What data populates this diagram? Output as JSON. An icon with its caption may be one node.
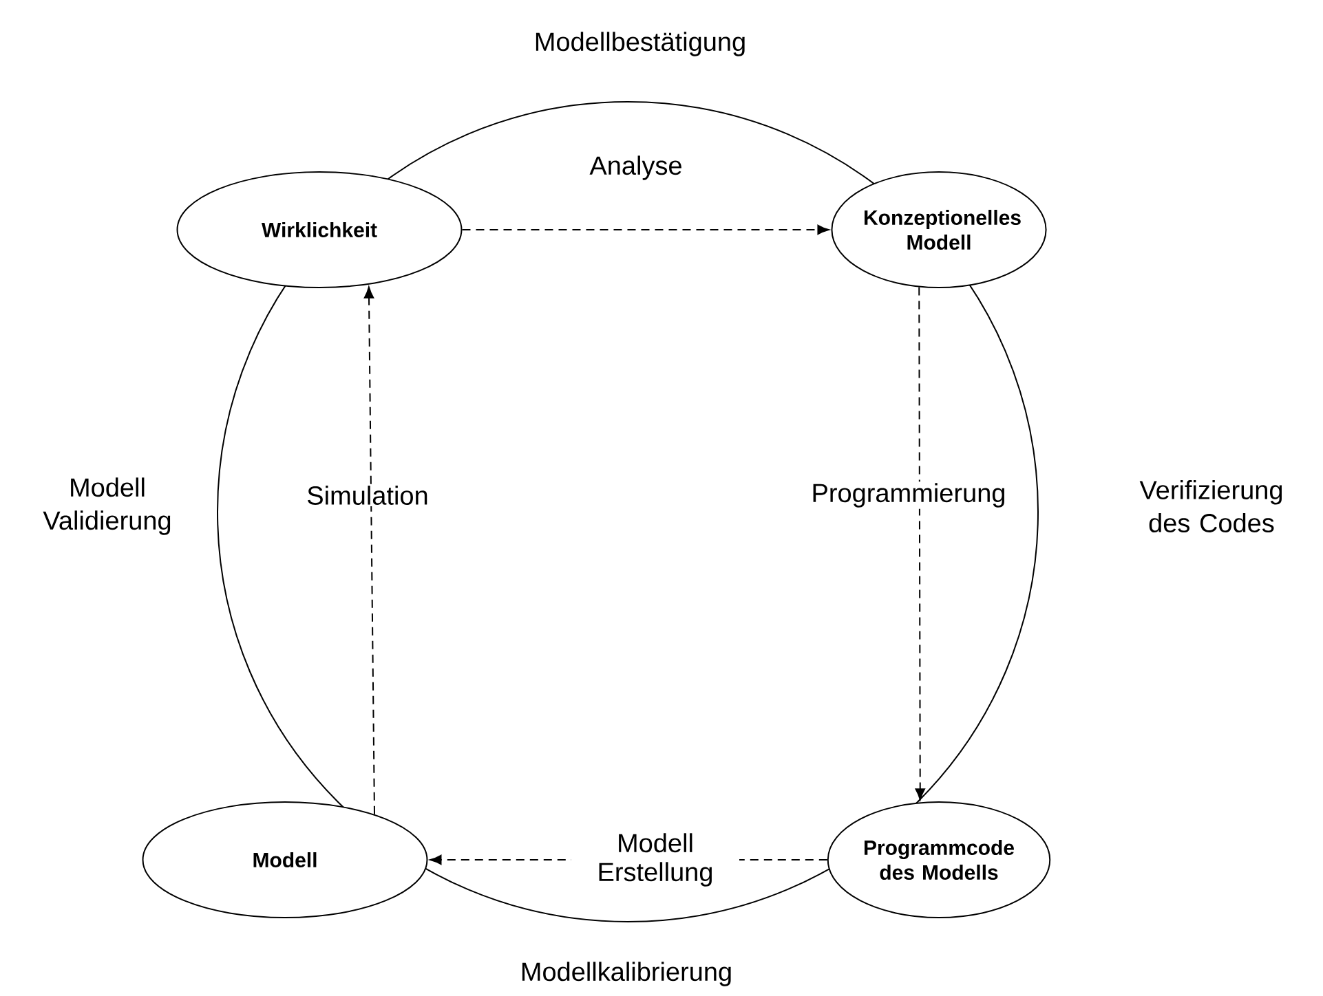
{
  "diagram": {
    "nodes": [
      {
        "text": [
          "Wirklichkeit"
        ]
      },
      {
        "text": [
          "Konzeptionelles Modell"
        ]
      },
      {
        "text": [
          "Programmcode des Modells"
        ]
      },
      {
        "text": [
          "Modell"
        ]
      }
    ],
    "edges": [
      {
        "from": 0,
        "to": 1,
        "arrow": "to",
        "style": "dashed",
        "label": "Analyse"
      },
      {
        "from": 1,
        "to": 2,
        "arrow": "to",
        "style": "dashed",
        "label": "Programmierung"
      },
      {
        "from": 2,
        "to": 3,
        "arrow": "to",
        "style": "dashed",
        "label": "Modell Erstellung"
      },
      {
        "from": 3,
        "to": 0,
        "arrow": "to",
        "style": "dashed",
        "label": "Simulation"
      }
    ],
    "labels": [
      "Modellbestätigung",
      "Modell Validierung",
      "Verifizierung des Codes",
      "Modellkalibrierung"
    ]
  }
}
